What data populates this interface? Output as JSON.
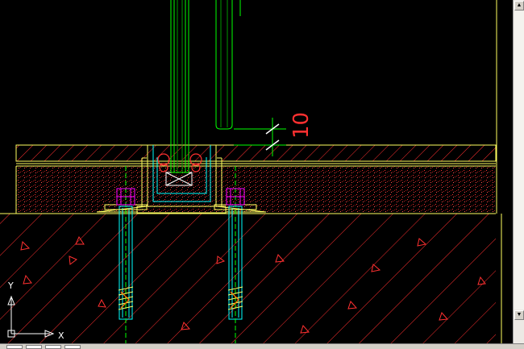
{
  "drawing": {
    "dimension_value": "10",
    "ucs": {
      "x_label": "X",
      "y_label": "Y"
    }
  },
  "colors": {
    "background": "#000000",
    "glass": "#00ff00",
    "profile": "#00ffff",
    "bolt": "#ff00ff",
    "hatch_red": "#ff3030",
    "slab_outline": "#ffff60",
    "dimension": "#00ff00",
    "ucs": "#ffffff"
  },
  "scrollbar": {
    "up_arrow": "▲",
    "down_arrow": "▼"
  }
}
